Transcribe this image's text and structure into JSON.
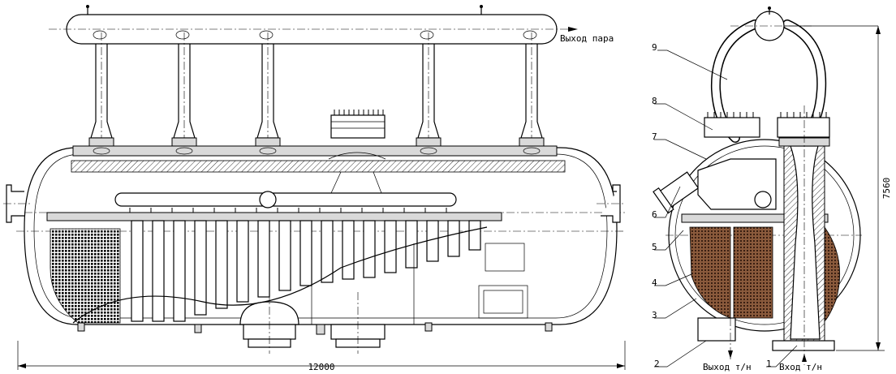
{
  "labels": {
    "steam_out": "Выход пара",
    "length": "12000",
    "height": "7560",
    "coolant_out": "Выход т/н",
    "coolant_in": "Вход т/н"
  },
  "callouts": [
    "1",
    "2",
    "3",
    "4",
    "5",
    "6",
    "7",
    "8",
    "9"
  ]
}
